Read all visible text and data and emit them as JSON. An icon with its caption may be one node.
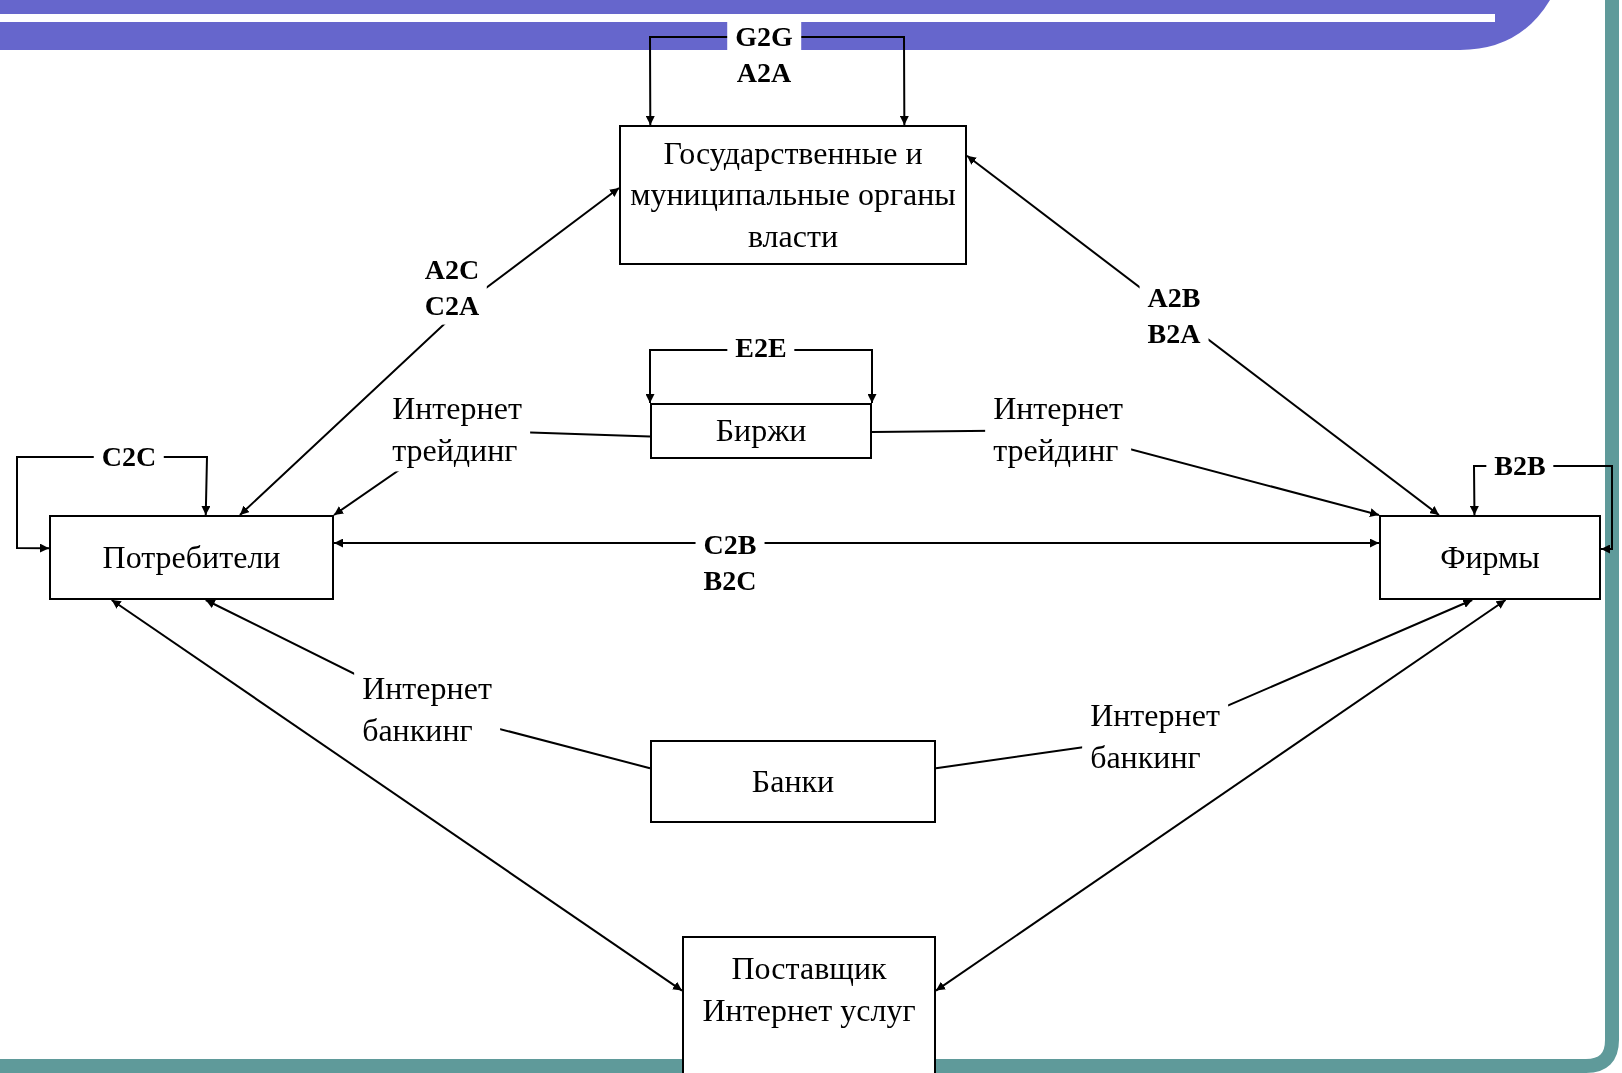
{
  "diagram": {
    "nodes": [
      {
        "text": [
          "Государственные и муниципальные органы власти"
        ]
      },
      {
        "text": [
          "Биржи"
        ]
      },
      {
        "text": [
          "Потребители"
        ]
      },
      {
        "text": [
          "Фирмы"
        ]
      },
      {
        "text": [
          "Банки"
        ]
      },
      {
        "text": [
          "Поставщик Интернет услуг"
        ]
      }
    ],
    "edges": [
      {
        "from": 0,
        "to": 0,
        "arrow": "both",
        "label": "G2G A2A"
      },
      {
        "from": 0,
        "to": 2,
        "arrow": "both",
        "label": "A2C C2A"
      },
      {
        "from": 0,
        "to": 3,
        "arrow": "both",
        "label": "A2B B2A"
      },
      {
        "from": 1,
        "to": 1,
        "arrow": "both",
        "label": "E2E"
      },
      {
        "from": 2,
        "to": 2,
        "arrow": "both",
        "label": "C2C"
      },
      {
        "from": 1,
        "to": 2,
        "arrow": "to",
        "label": "Интернет трейдинг"
      },
      {
        "from": 1,
        "to": 3,
        "arrow": "to",
        "label": "Интернет трейдинг"
      },
      {
        "from": 2,
        "to": 3,
        "arrow": "both",
        "label": "C2B B2C"
      },
      {
        "from": 4,
        "to": 2,
        "arrow": "to",
        "label": "Интернет банкинг"
      },
      {
        "from": 4,
        "to": 3,
        "arrow": "to",
        "label": "Интернет банкинг"
      },
      {
        "from": 2,
        "to": 5,
        "arrow": "both"
      },
      {
        "from": 3,
        "to": 5,
        "arrow": "both"
      },
      {
        "from": 3,
        "to": 3,
        "arrow": "both",
        "label": "B2B"
      }
    ]
  }
}
